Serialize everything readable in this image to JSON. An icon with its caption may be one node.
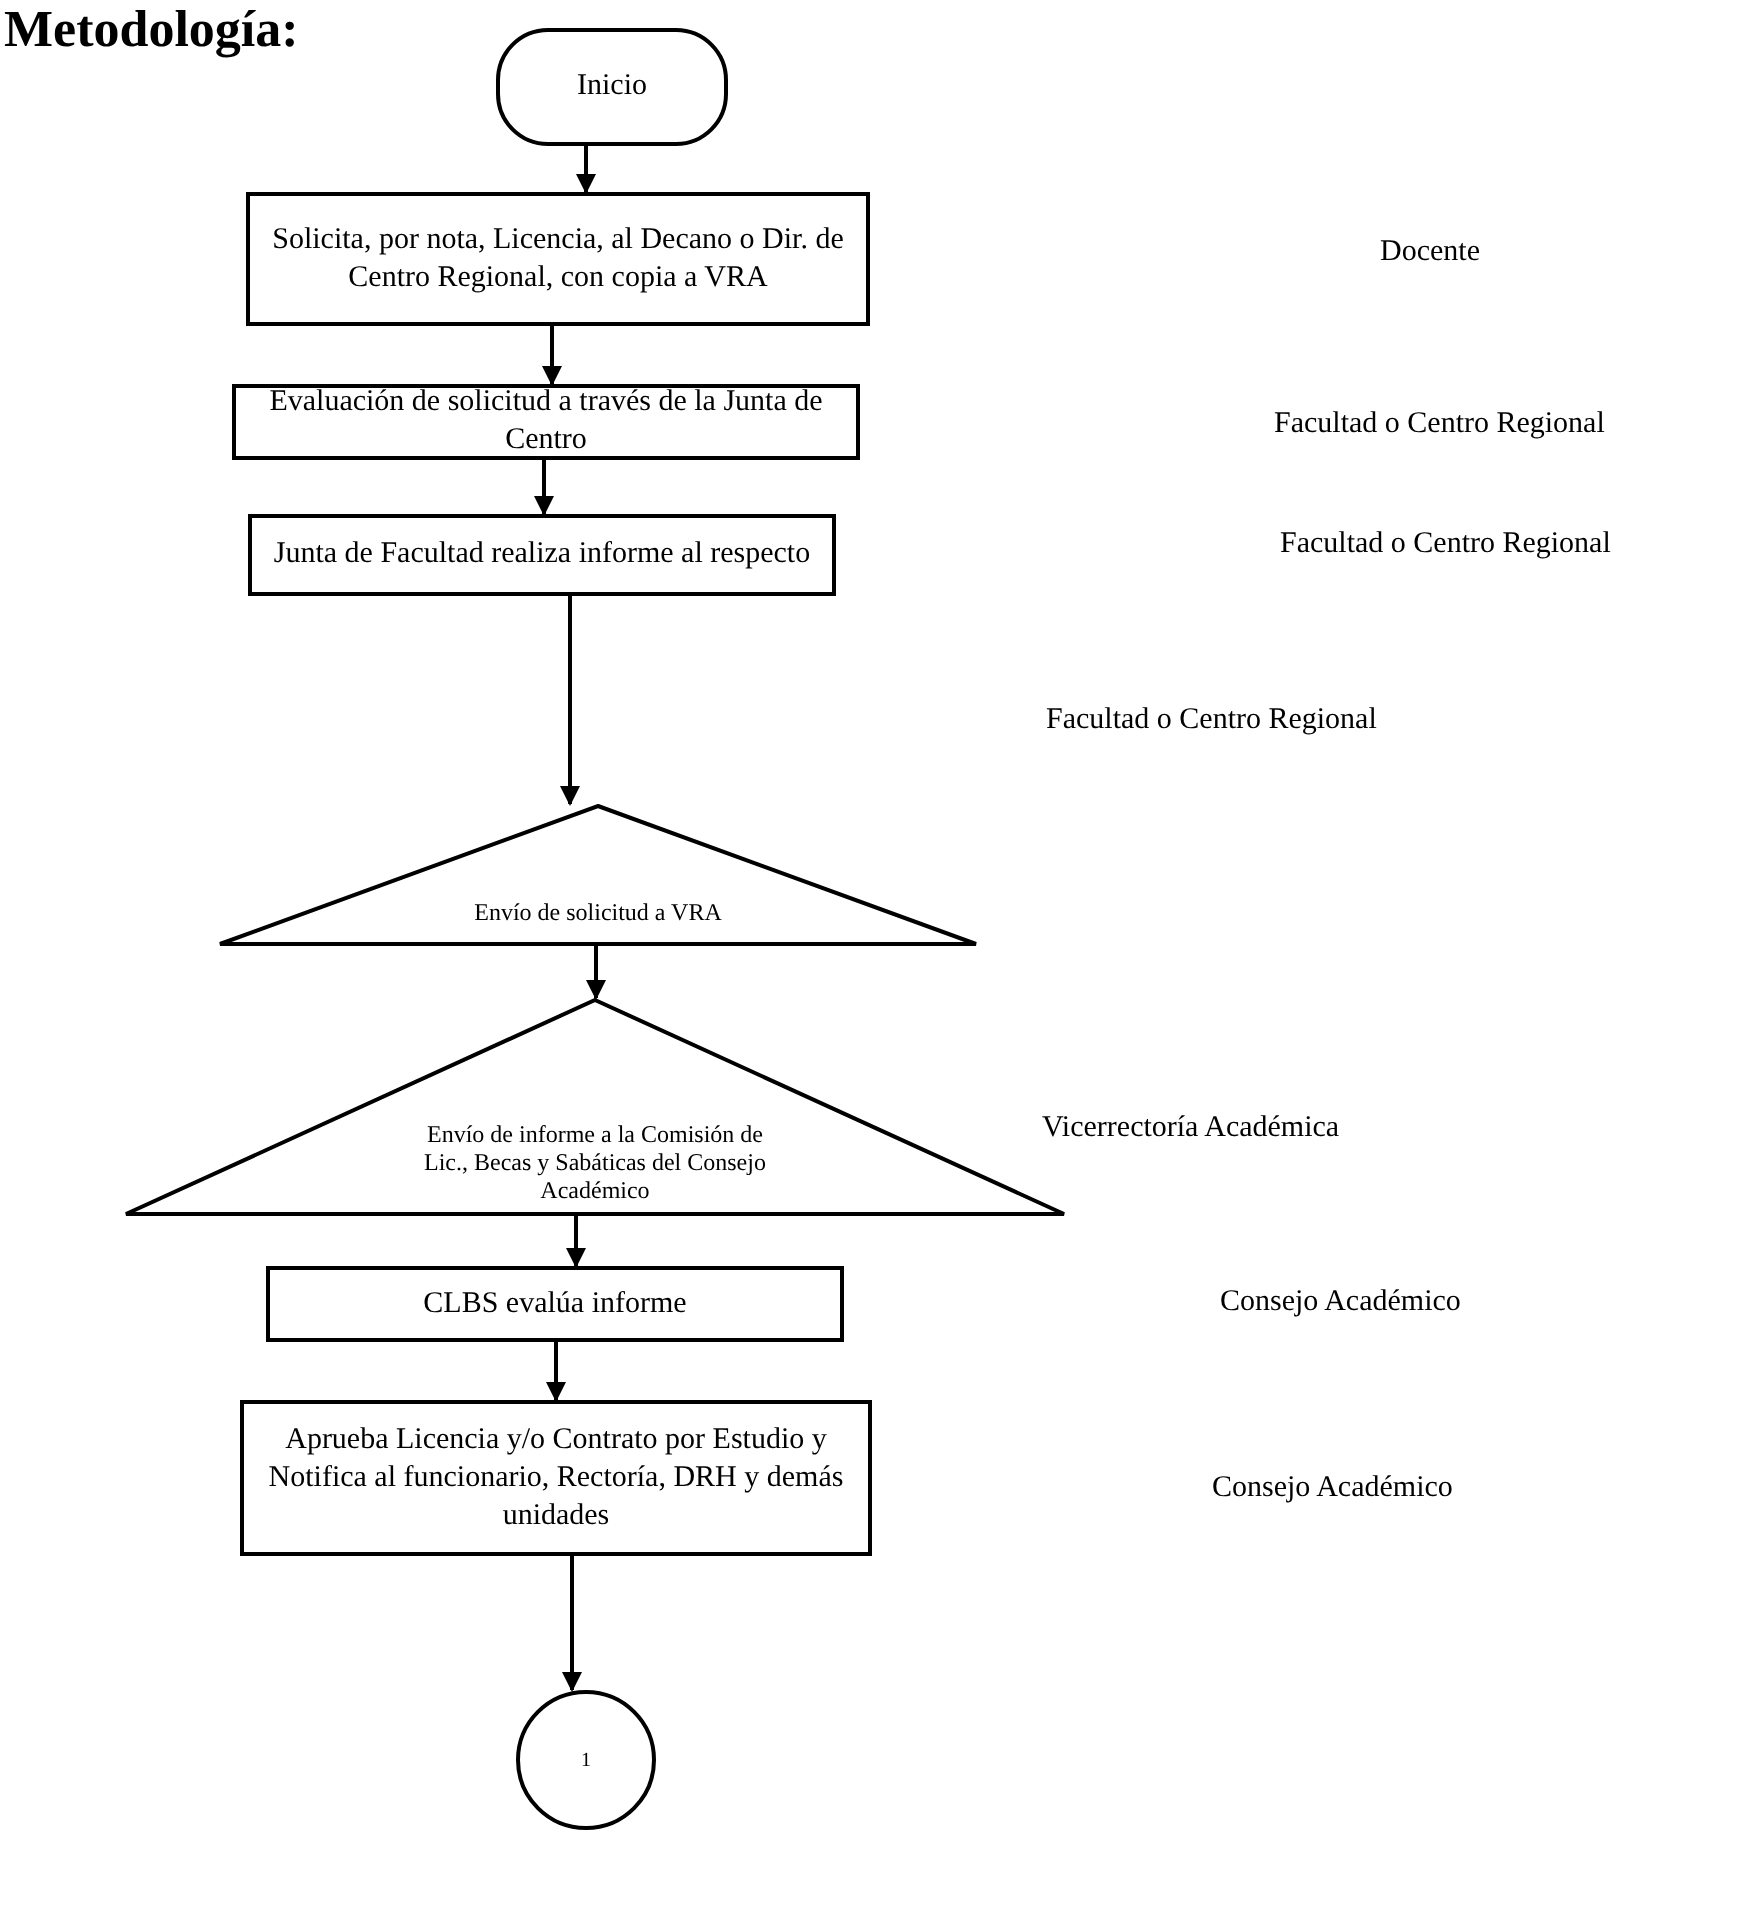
{
  "diagram": {
    "title": "Metodología:",
    "nodes": [
      {
        "text": [
          "Inicio"
        ]
      },
      {
        "text": [
          "Solicita, por nota, Licencia, al Decano o Dir. de Centro Regional, con copia a VRA"
        ]
      },
      {
        "text": [
          "Evaluación de solicitud a través de la Junta de Centro"
        ]
      },
      {
        "text": [
          "Junta de Facultad realiza informe al respecto"
        ]
      },
      {
        "text": [
          "Envío de solicitud a VRA"
        ]
      },
      {
        "text": [
          "Envío de informe a la Comisión de Lic., Becas y Sabáticas del Consejo Académico"
        ]
      },
      {
        "text": [
          "CLBS evalúa informe"
        ]
      },
      {
        "text": [
          "Aprueba Licencia y/o Contrato por Estudio y Notifica al funcionario, Rectoría, DRH y demás unidades"
        ]
      },
      {
        "text": [
          "1"
        ]
      }
    ],
    "edges": [
      {
        "from": 0,
        "to": 1,
        "arrow": "to"
      },
      {
        "from": 1,
        "to": 2,
        "arrow": "to"
      },
      {
        "from": 2,
        "to": 3,
        "arrow": "to"
      },
      {
        "from": 3,
        "to": 4,
        "arrow": "to"
      },
      {
        "from": 4,
        "to": 5,
        "arrow": "to"
      },
      {
        "from": 5,
        "to": 6,
        "arrow": "to"
      },
      {
        "from": 6,
        "to": 7,
        "arrow": "to"
      },
      {
        "from": 7,
        "to": 8,
        "arrow": "to"
      }
    ],
    "labels": [
      "Docente",
      "Facultad o Centro Regional",
      "Facultad o Centro Regional",
      "Facultad o Centro Regional",
      "Vicerrectoría Académica",
      "Consejo Académico",
      "Consejo Académico"
    ]
  }
}
